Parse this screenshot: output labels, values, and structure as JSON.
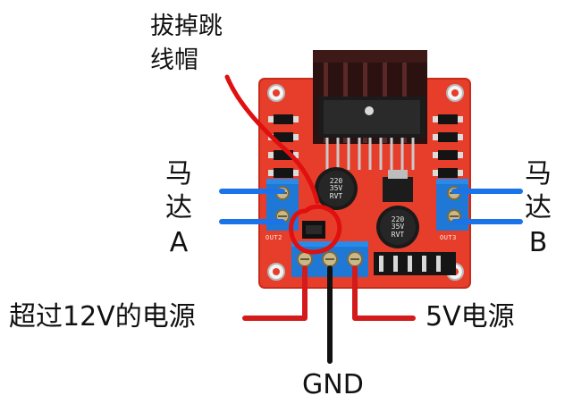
{
  "labels": {
    "jumper_note_line1": "拔掉跳",
    "jumper_note_line2": "线帽",
    "motor_a": {
      "line1": "马",
      "line2": "达",
      "line3": "A"
    },
    "motor_b": {
      "line1": "马",
      "line2": "达",
      "line3": "B"
    },
    "power_input": "超过12V的电源",
    "power_5v": "5V电源",
    "gnd": "GND"
  },
  "board_markings": {
    "out_left": "OUT2",
    "out_right": "OUT3",
    "cap_left": [
      "220",
      "35V",
      "RVT"
    ],
    "cap_right": [
      "220",
      "35V",
      "RVT"
    ]
  },
  "colors": {
    "board": "#e63e2a",
    "terminal_blue": "#1f78d6",
    "wire_blue": "#1a73e8",
    "wire_red": "#d41b1b",
    "wire_black": "#111111",
    "annotation_red": "#e01010",
    "heatsink": "#2b1110"
  }
}
